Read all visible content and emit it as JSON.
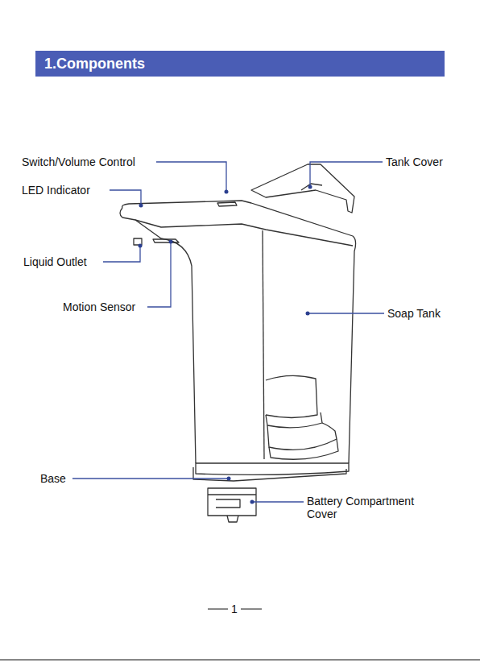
{
  "diagram": {
    "title": "1.Components",
    "labels": [
      "Switch/Volume Control",
      "LED Indicator",
      "Tank Cover",
      "Liquid Outlet",
      "Motion Sensor",
      "Soap Tank",
      "Base",
      "Battery Compartment Cover",
      "1"
    ]
  }
}
